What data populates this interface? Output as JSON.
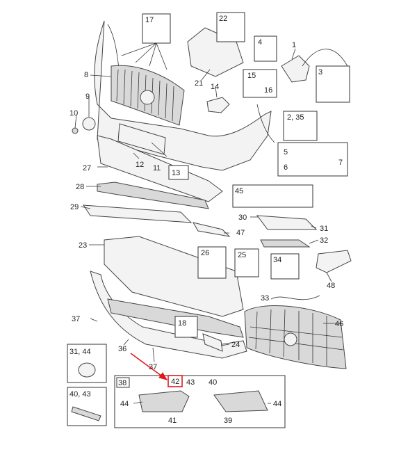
{
  "diagram": {
    "labels": [
      {
        "id": "l1",
        "text": "1"
      },
      {
        "id": "l2_35",
        "text": "2, 35"
      },
      {
        "id": "l3",
        "text": "3"
      },
      {
        "id": "l4",
        "text": "4"
      },
      {
        "id": "l5",
        "text": "5"
      },
      {
        "id": "l6",
        "text": "6"
      },
      {
        "id": "l7",
        "text": "7"
      },
      {
        "id": "l8",
        "text": "8"
      },
      {
        "id": "l9",
        "text": "9"
      },
      {
        "id": "l10",
        "text": "10"
      },
      {
        "id": "l11",
        "text": "11"
      },
      {
        "id": "l12",
        "text": "12"
      },
      {
        "id": "l13",
        "text": "13"
      },
      {
        "id": "l14",
        "text": "14"
      },
      {
        "id": "l15",
        "text": "15"
      },
      {
        "id": "l16",
        "text": "16"
      },
      {
        "id": "l17",
        "text": "17"
      },
      {
        "id": "l18",
        "text": "18"
      },
      {
        "id": "l21",
        "text": "21"
      },
      {
        "id": "l22",
        "text": "22"
      },
      {
        "id": "l23",
        "text": "23"
      },
      {
        "id": "l24",
        "text": "24"
      },
      {
        "id": "l25",
        "text": "25"
      },
      {
        "id": "l26",
        "text": "26"
      },
      {
        "id": "l27",
        "text": "27"
      },
      {
        "id": "l28",
        "text": "28"
      },
      {
        "id": "l29",
        "text": "29"
      },
      {
        "id": "l30",
        "text": "30"
      },
      {
        "id": "l31",
        "text": "31"
      },
      {
        "id": "l31_44",
        "text": "31, 44"
      },
      {
        "id": "l32",
        "text": "32"
      },
      {
        "id": "l33",
        "text": "33"
      },
      {
        "id": "l34",
        "text": "34"
      },
      {
        "id": "l36",
        "text": "36"
      },
      {
        "id": "l37a",
        "text": "37"
      },
      {
        "id": "l37b",
        "text": "37"
      },
      {
        "id": "l38",
        "text": "38"
      },
      {
        "id": "l39",
        "text": "39"
      },
      {
        "id": "l40",
        "text": "40"
      },
      {
        "id": "l40_43",
        "text": "40, 43"
      },
      {
        "id": "l41",
        "text": "41"
      },
      {
        "id": "l42",
        "text": "42"
      },
      {
        "id": "l43",
        "text": "43"
      },
      {
        "id": "l44a",
        "text": "44"
      },
      {
        "id": "l44b",
        "text": "44"
      },
      {
        "id": "l45",
        "text": "45"
      },
      {
        "id": "l46",
        "text": "46"
      },
      {
        "id": "l47",
        "text": "47"
      },
      {
        "id": "l48",
        "text": "48"
      }
    ],
    "highlight_color": "#e0191f"
  }
}
